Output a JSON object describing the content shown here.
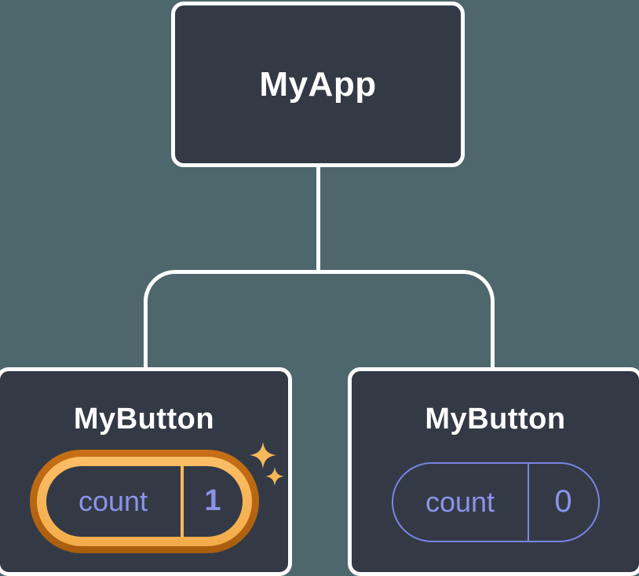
{
  "colors": {
    "background": "#4D676C",
    "node_fill": "#333A46",
    "node_border": "#FFFFFF",
    "connector": "#FFFFFF",
    "label_text": "#FFFFFF",
    "state_text": "#8B93E8",
    "state_border": "#7A84E4",
    "ring_dark_top": "#C86F16",
    "ring_dark_bottom": "#A85D0E",
    "ring_light_top": "#FBBE66",
    "ring_light_bottom": "#F3AC4A",
    "divider_hot": "#F8B95C",
    "sparkle": "#F7B858"
  },
  "tree": {
    "root": {
      "label": "MyApp"
    },
    "children": [
      {
        "label": "MyButton",
        "state_key": "count",
        "state_value": "1",
        "highlighted": true
      },
      {
        "label": "MyButton",
        "state_key": "count",
        "state_value": "0",
        "highlighted": false
      }
    ]
  },
  "icons": [
    {
      "name": "sparkle-icon-large",
      "glyph": "four-point-star"
    },
    {
      "name": "sparkle-icon-small",
      "glyph": "four-point-star"
    }
  ]
}
